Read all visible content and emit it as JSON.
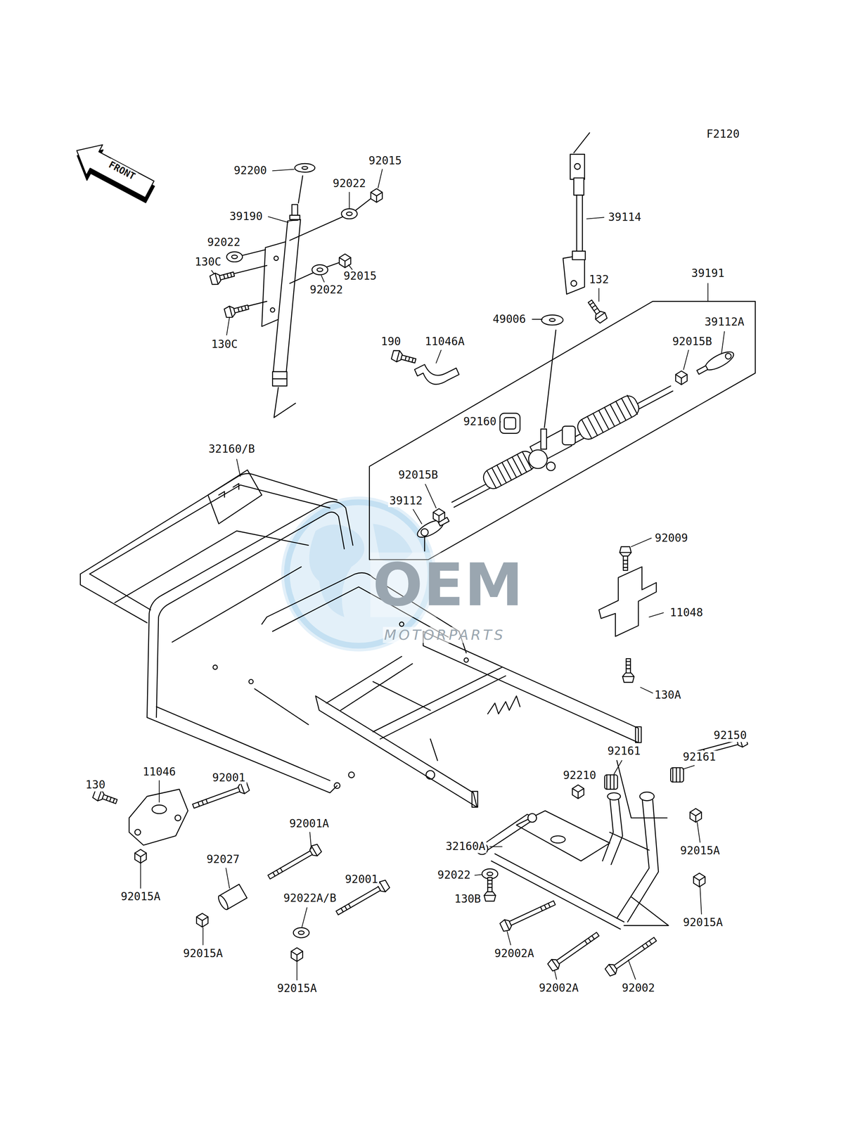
{
  "diagram": {
    "labels": [
      "F2120",
      "FRONT",
      "92015",
      "92200",
      "92022",
      "39190",
      "39114",
      "92022",
      "130C",
      "92015",
      "92022",
      "39191",
      "132",
      "130C",
      "190",
      "11046A",
      "49006",
      "39112A",
      "92015B",
      "92160",
      "32160/B",
      "92015B",
      "39112",
      "92009",
      "11048",
      "130A",
      "92150",
      "92161",
      "92161",
      "92210",
      "130",
      "11046",
      "92001",
      "92001A",
      "32160A",
      "92015A",
      "92027",
      "92015A",
      "92022",
      "92001",
      "130B",
      "92022A/B",
      "92015A",
      "92015A",
      "92002A",
      "92015A",
      "92002A",
      "92002",
      "OEM",
      "MOTORPARTS"
    ]
  }
}
